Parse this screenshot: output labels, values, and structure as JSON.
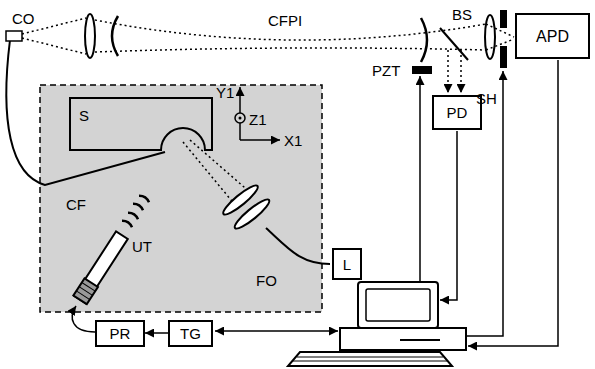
{
  "diagram": {
    "nodes": [
      {
        "text": [
          "APD"
        ]
      },
      {
        "text": [
          "S"
        ]
      },
      {
        "text": [
          "PD"
        ]
      },
      {
        "text": [
          "L"
        ]
      },
      {
        "text": [
          "PR"
        ]
      },
      {
        "text": [
          "TG"
        ]
      }
    ],
    "edges": [
      {
        "from": 5,
        "to": 4,
        "arrow": "to"
      }
    ],
    "labels": [
      "CO",
      "CFPI",
      "BS",
      "PZT",
      "SH",
      "Y1",
      "Z1",
      "X1",
      "CF",
      "UT",
      "FO"
    ]
  }
}
